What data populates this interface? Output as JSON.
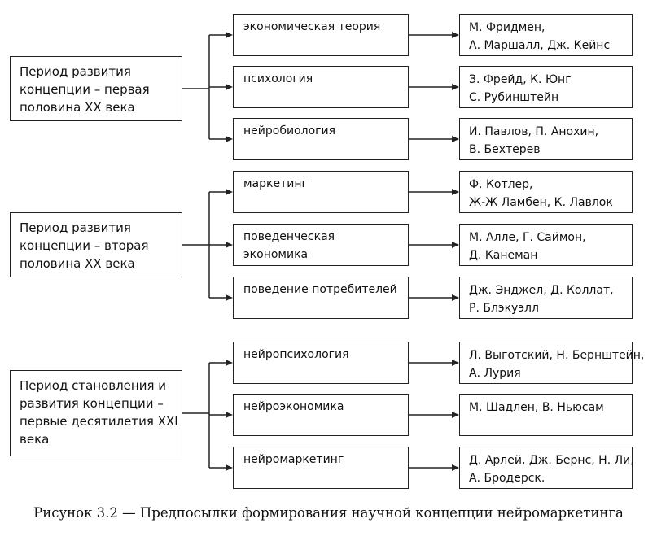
{
  "groups": [
    {
      "period": [
        "Период развития",
        "концепции – первая",
        "половина XX века"
      ],
      "rows": [
        {
          "field": [
            "экономическая теория"
          ],
          "authors": [
            "М. Фридмен,",
            "А. Маршалл, Дж. Кейнс"
          ]
        },
        {
          "field": [
            "психология"
          ],
          "authors": [
            "З. Фрейд, К. Юнг",
            "С. Рубинштейн"
          ]
        },
        {
          "field": [
            "нейробиология"
          ],
          "authors": [
            "И. Павлов, П. Анохин,",
            "В. Бехтерев"
          ]
        }
      ]
    },
    {
      "period": [
        "Период развития",
        "концепции – вторая",
        "половина XX века"
      ],
      "rows": [
        {
          "field": [
            "маркетинг"
          ],
          "authors": [
            "Ф. Котлер,",
            "Ж-Ж Ламбен, К. Лавлок"
          ]
        },
        {
          "field": [
            "поведенческая",
            "экономика"
          ],
          "authors": [
            "М. Алле, Г. Саймон,",
            "Д. Канеман"
          ]
        },
        {
          "field": [
            "поведение потребителей"
          ],
          "authors": [
            "Дж. Энджел, Д. Коллат,",
            "Р. Блэкуэлл"
          ]
        }
      ]
    },
    {
      "period": [
        "Период становления и",
        "развития концепции –",
        "первые десятилетия XXI",
        "века"
      ],
      "rows": [
        {
          "field": [
            "нейропсихология"
          ],
          "authors": [
            "Л. Выготский, Н. Бернштейн,",
            "А. Лурия"
          ]
        },
        {
          "field": [
            "нейроэкономика"
          ],
          "authors": [
            "М. Шадлен, В. Ньюсам"
          ]
        },
        {
          "field": [
            "нейромаркетинг"
          ],
          "authors": [
            "Д. Арлей, Дж. Бернс, Н. Ли,",
            "А. Бродерск."
          ]
        }
      ]
    }
  ],
  "caption": "Рисунок 3.2 — Предпосылки формирования научной концепции нейромаркетинга"
}
